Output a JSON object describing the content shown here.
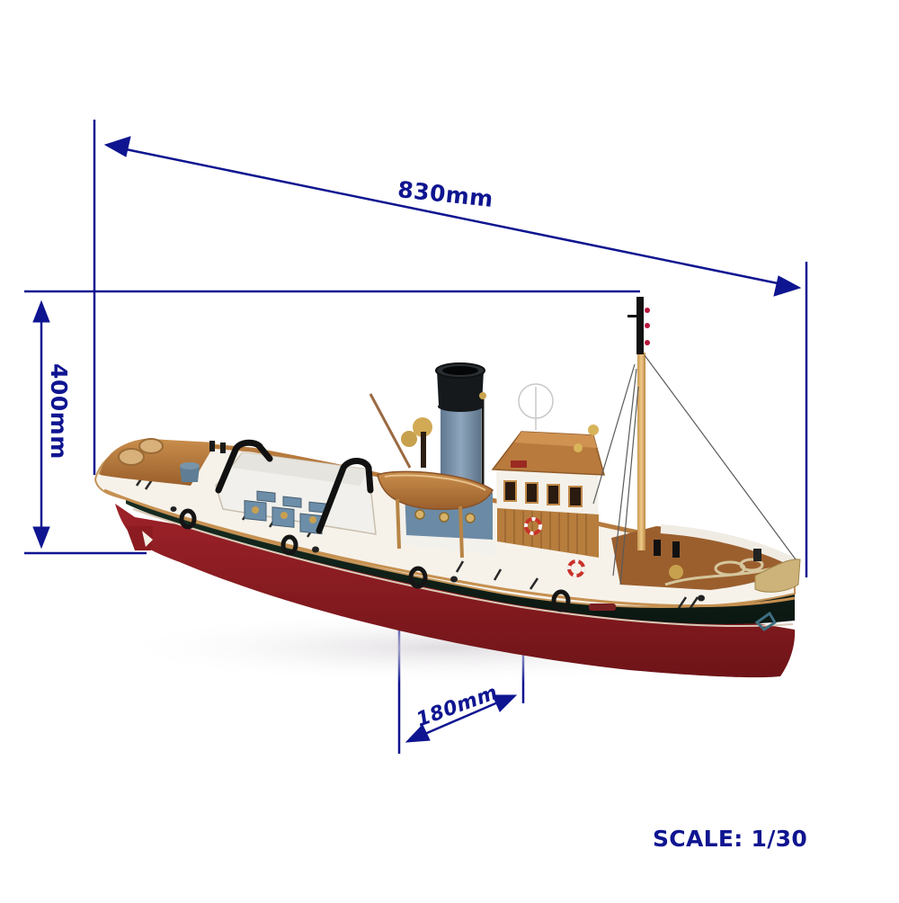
{
  "diagram": {
    "subject": "Model steam tugboat",
    "dimensions": {
      "length": {
        "label": "830mm",
        "value": 830,
        "unit": "mm"
      },
      "height": {
        "label": "400mm",
        "value": 400,
        "unit": "mm"
      },
      "beam": {
        "label": "180mm",
        "value": 180,
        "unit": "mm"
      }
    },
    "scale": {
      "label": "SCALE: 1/30",
      "ratio": "1/30"
    },
    "colors": {
      "dimension_lines": "#0f1590",
      "hull_red": "#8c1c22",
      "hull_green": "#0f2218",
      "hull_white": "#f6f2ea",
      "deck_wood": "#b9793a",
      "funnel_blue": "#7a93ad",
      "funnel_top": "#15191c",
      "background": "#ffffff"
    }
  }
}
